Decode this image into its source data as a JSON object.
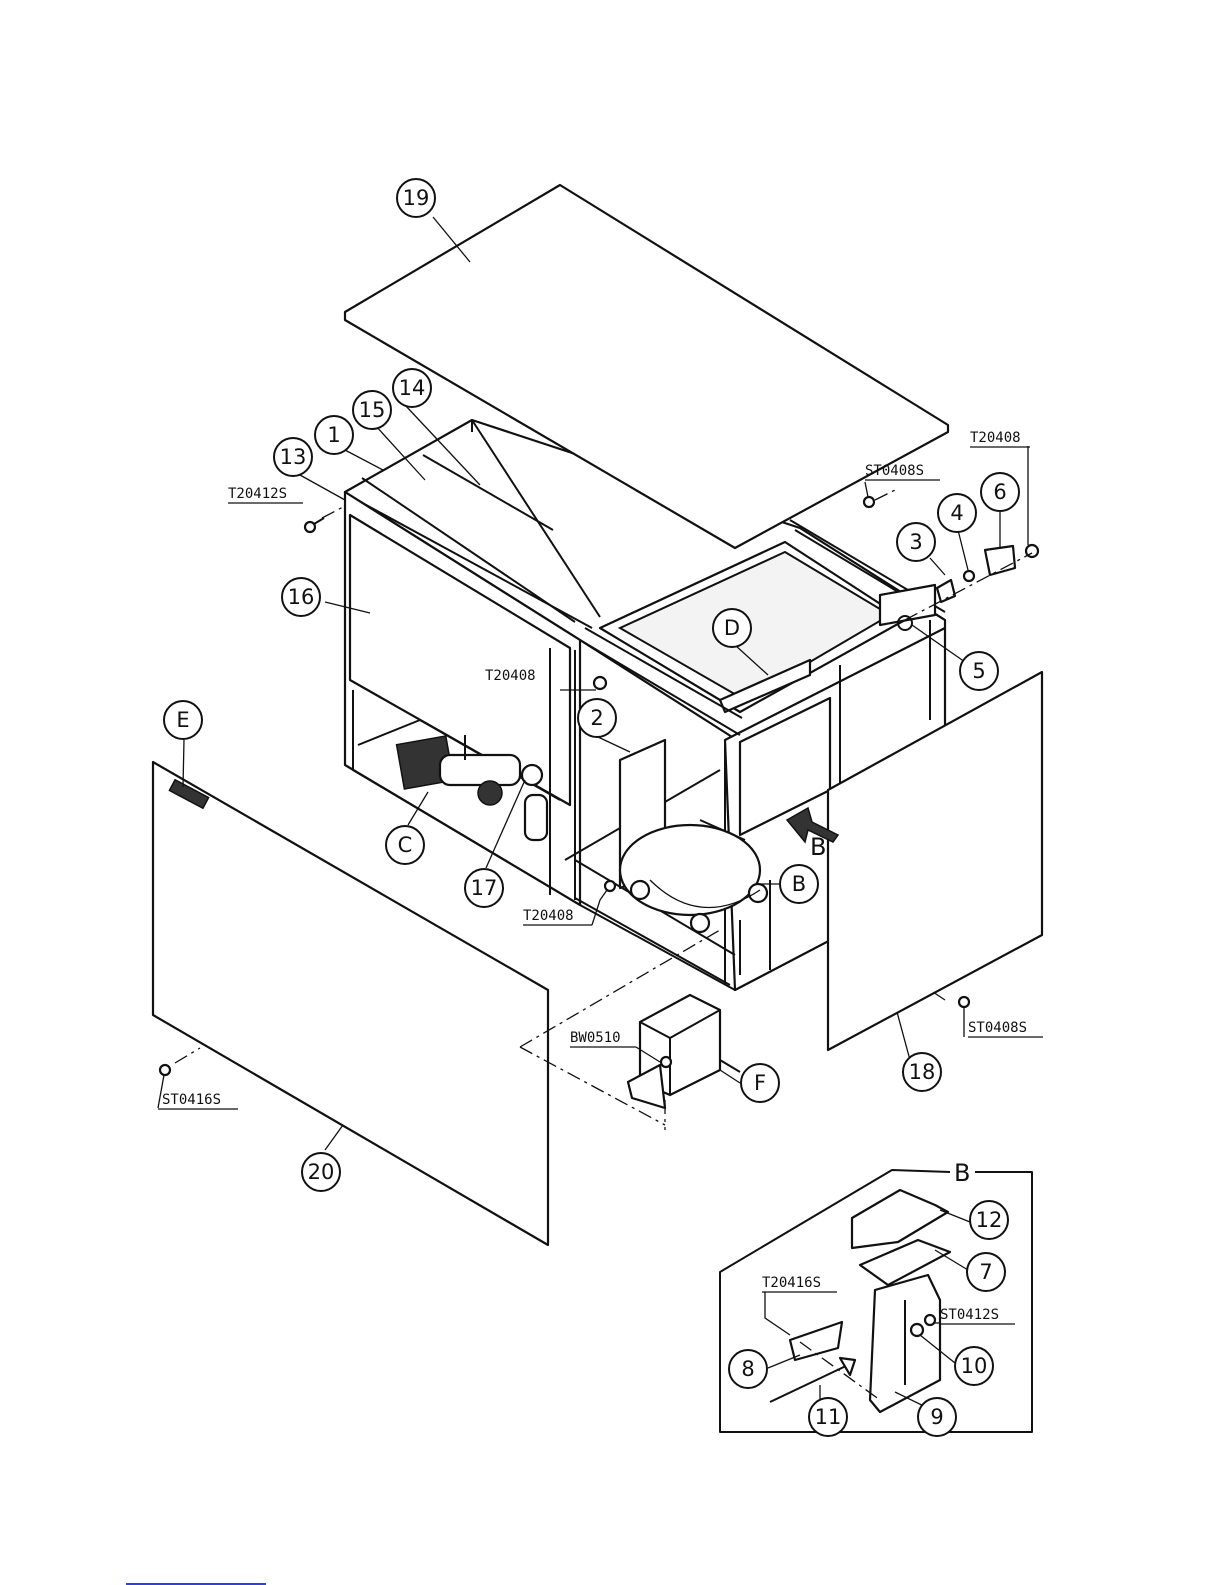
{
  "bubbles": {
    "b1": "1",
    "b2": "2",
    "b3": "3",
    "b4": "4",
    "b5": "5",
    "b6": "6",
    "b7": "7",
    "b8": "8",
    "b9": "9",
    "b10": "10",
    "b11": "11",
    "b12": "12",
    "b13": "13",
    "b14": "14",
    "b15": "15",
    "b16": "16",
    "b17": "17",
    "b18": "18",
    "b19": "19",
    "b20": "20",
    "bB": "B",
    "bC": "C",
    "bD": "D",
    "bE": "E",
    "bF": "F"
  },
  "codes": {
    "t20412s": "T20412S",
    "st0408s_top": "ST0408S",
    "t20408_top": "T20408",
    "t20408_mid": "T20408",
    "t20408_low": "T20408",
    "st0408s_right": "ST0408S",
    "bw0510": "BW0510",
    "st0416s": "ST0416S",
    "t20416s": "T20416S",
    "st0412s": "ST0412S"
  },
  "view_arrow_label": "B",
  "detail_title": "B"
}
